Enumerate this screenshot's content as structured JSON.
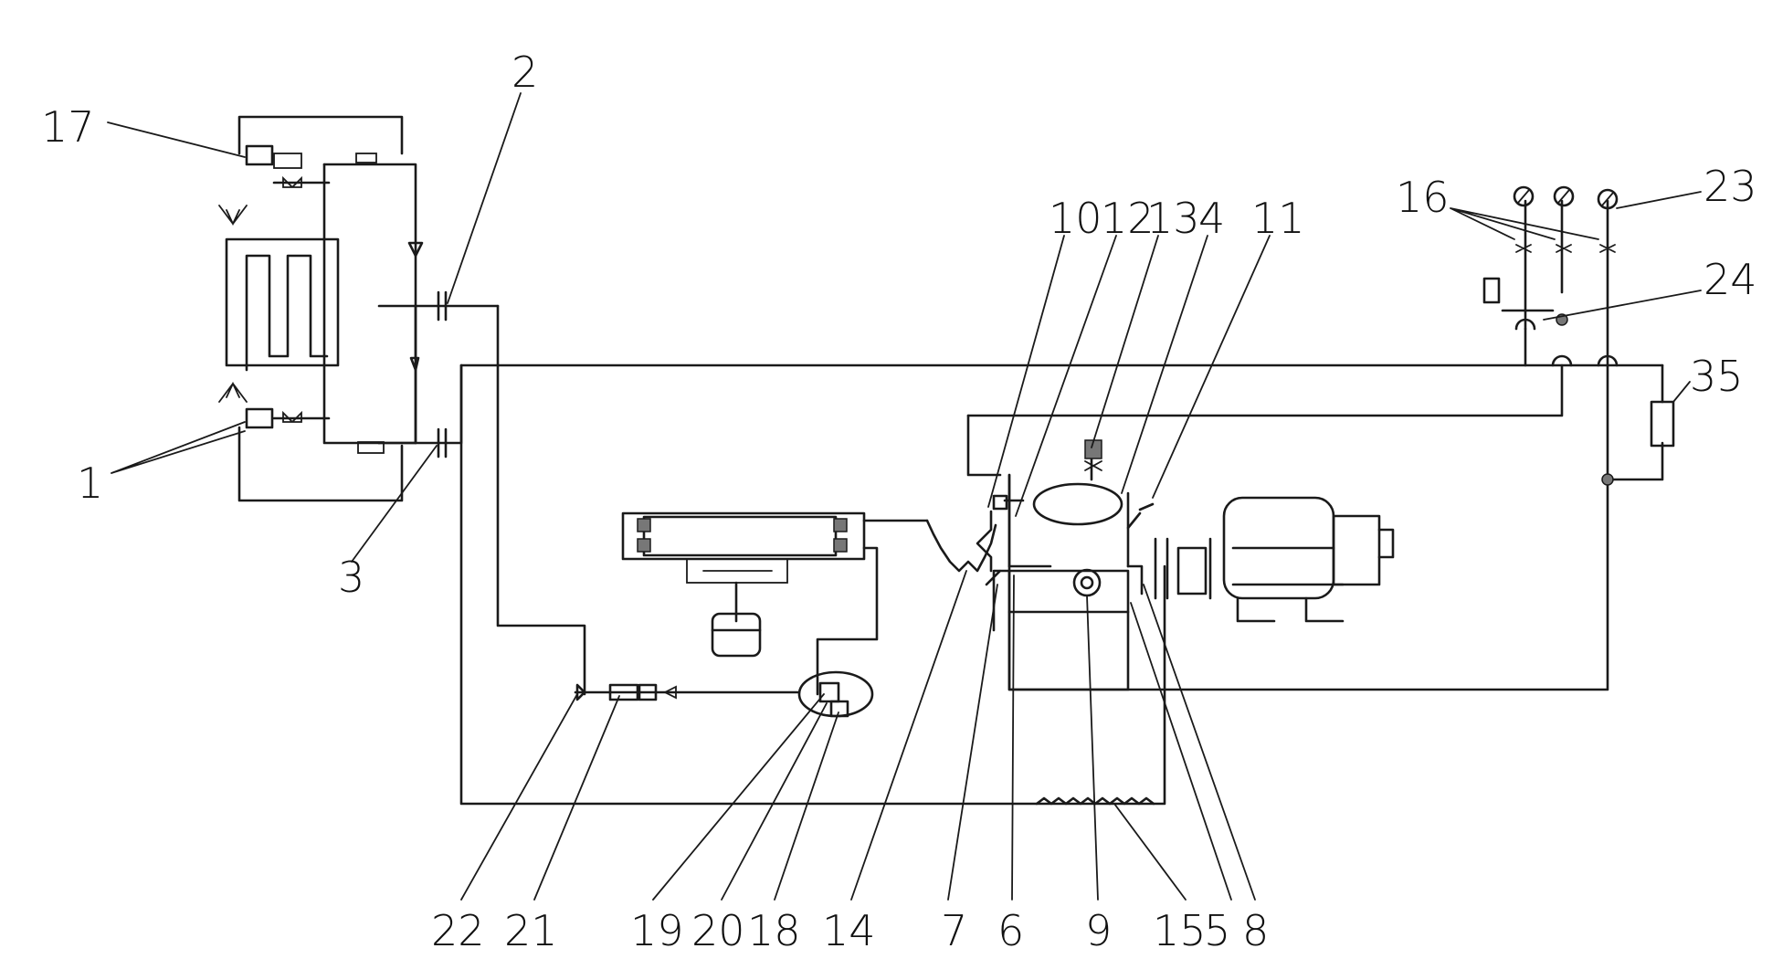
{
  "labels": {
    "l1": "1",
    "l2": "2",
    "l3": "3",
    "l17": "17",
    "l10": "10",
    "l12": "12",
    "l13": "13",
    "l4": "4",
    "l11": "11",
    "l16": "16",
    "l23": "23",
    "l24": "24",
    "l35": "35",
    "l22": "22",
    "l21": "21",
    "l19": "19",
    "l20": "20",
    "l18": "18",
    "l14": "14",
    "l7": "7",
    "l6": "6",
    "l9": "9",
    "l15": "15",
    "l5": "5",
    "l8": "8"
  },
  "colors": {
    "line": "#1a1a1a",
    "background": "#ffffff",
    "component_fill": "#777777"
  }
}
